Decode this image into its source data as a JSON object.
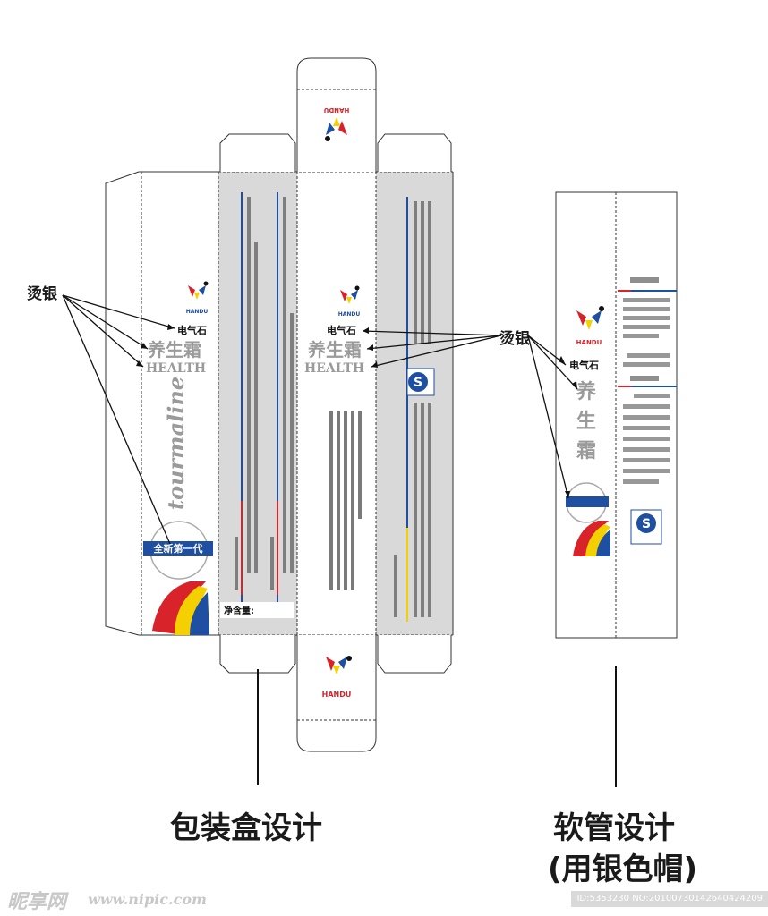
{
  "labels": {
    "foil_left": "烫银",
    "foil_right": "烫银",
    "box_caption": "包装盒设计",
    "tube_caption_1": "软管设计",
    "tube_caption_2": "(用银色帽)"
  },
  "product": {
    "brand": "HANDU",
    "name_small": "电气石",
    "name_big": "养生霜",
    "name_en": "HEALTH",
    "script": "tourmaline",
    "badge": "全新第一代",
    "net_label": "净含量:"
  },
  "tube": {
    "name_1": "养",
    "name_2": "生",
    "name_3": "霜",
    "small_name": "电气石"
  },
  "watermark": {
    "logo": "昵享网",
    "url": "www.nipic.com",
    "id_text": "ID:5353230 NO:20100730142640424209"
  },
  "colors": {
    "blue": "#1f4fa0",
    "red": "#d8232a",
    "yellow": "#f5d000",
    "panel_grey": "#d9d9d9"
  }
}
